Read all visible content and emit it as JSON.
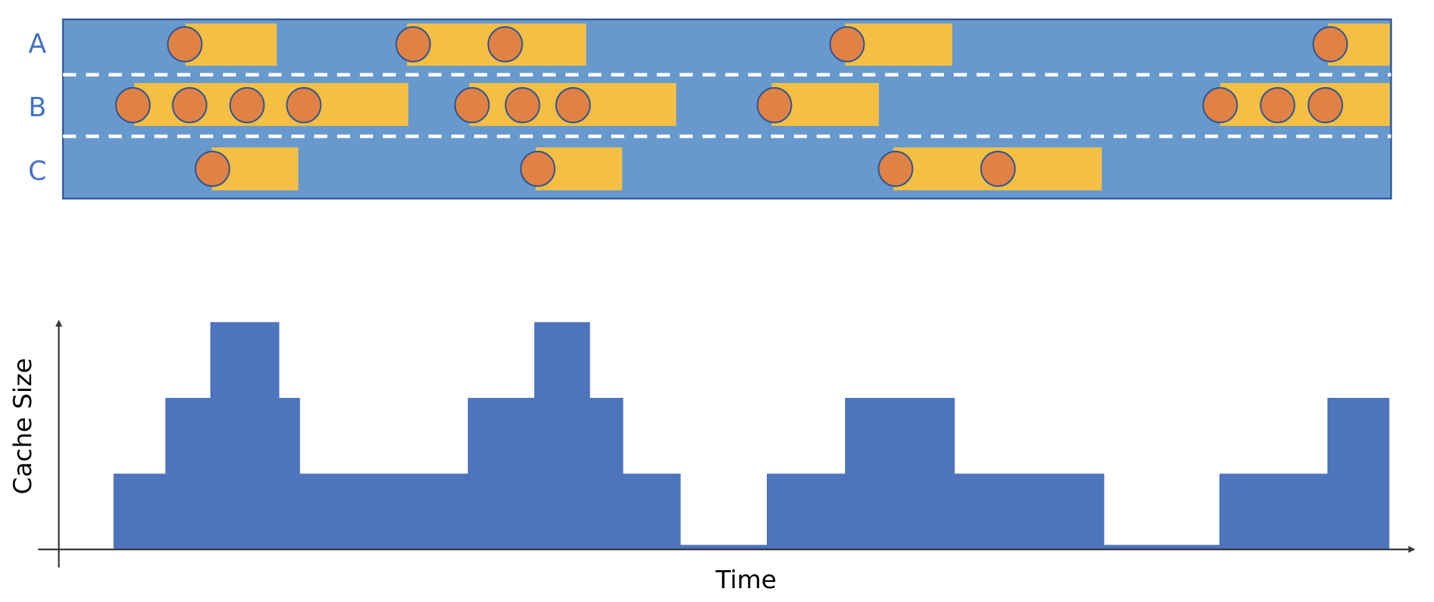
{
  "lanes_panel": {
    "colors": {
      "background": "#6799CD",
      "border": "#2F5597",
      "active": "#F4BF42",
      "event_fill": "#E08244",
      "event_stroke": "#2F5597",
      "divider": "#FFFFFF",
      "label": "#4472C4"
    },
    "time_range": [
      0,
      196
    ],
    "lanes": [
      {
        "label": "A",
        "active_intervals": [
          [
            18.3,
            31.5
          ],
          [
            50.3,
            76.2
          ],
          [
            113.6,
            129.1
          ],
          [
            183.4,
            192.3
          ]
        ],
        "events": [
          18.2,
          51.2,
          64.5,
          113.9,
          183.7
        ]
      },
      {
        "label": "B",
        "active_intervals": [
          [
            10.9,
            50.5
          ],
          [
            59.3,
            89.2
          ],
          [
            103.0,
            118.5
          ],
          [
            167.8,
            192.3
          ]
        ],
        "events": [
          10.7,
          18.9,
          27.2,
          35.4,
          59.7,
          67.0,
          74.3,
          103.4,
          167.8,
          176.1,
          183.0
        ]
      },
      {
        "label": "C",
        "active_intervals": [
          [
            22.1,
            34.6
          ],
          [
            68.9,
            81.4
          ],
          [
            120.6,
            150.7
          ]
        ],
        "events": [
          22.2,
          69.2,
          120.9,
          135.7
        ]
      }
    ]
  },
  "chart_data": {
    "type": "area",
    "title": "",
    "xlabel": "Time",
    "ylabel": "Cache Size",
    "xlim": [
      0,
      196
    ],
    "ylim": [
      0,
      3.1
    ],
    "grid": false,
    "legend": "none",
    "color": "#4D74BD",
    "axis_color": "#3A3A3A",
    "step_series": [
      {
        "start": 7.9,
        "end": 15.4,
        "value": 1
      },
      {
        "start": 15.4,
        "end": 21.9,
        "value": 2
      },
      {
        "start": 21.9,
        "end": 31.8,
        "value": 3
      },
      {
        "start": 31.8,
        "end": 34.8,
        "value": 2
      },
      {
        "start": 34.8,
        "end": 59.1,
        "value": 1
      },
      {
        "start": 59.1,
        "end": 68.7,
        "value": 2
      },
      {
        "start": 68.7,
        "end": 76.7,
        "value": 3
      },
      {
        "start": 76.7,
        "end": 81.5,
        "value": 2
      },
      {
        "start": 81.5,
        "end": 89.8,
        "value": 1
      },
      {
        "start": 89.8,
        "end": 102.3,
        "value": 0.06
      },
      {
        "start": 102.3,
        "end": 113.6,
        "value": 1
      },
      {
        "start": 113.6,
        "end": 129.4,
        "value": 2
      },
      {
        "start": 129.4,
        "end": 151.0,
        "value": 1
      },
      {
        "start": 151.0,
        "end": 167.7,
        "value": 0.06
      },
      {
        "start": 167.7,
        "end": 183.3,
        "value": 1
      },
      {
        "start": 183.3,
        "end": 192.2,
        "value": 2
      }
    ]
  }
}
